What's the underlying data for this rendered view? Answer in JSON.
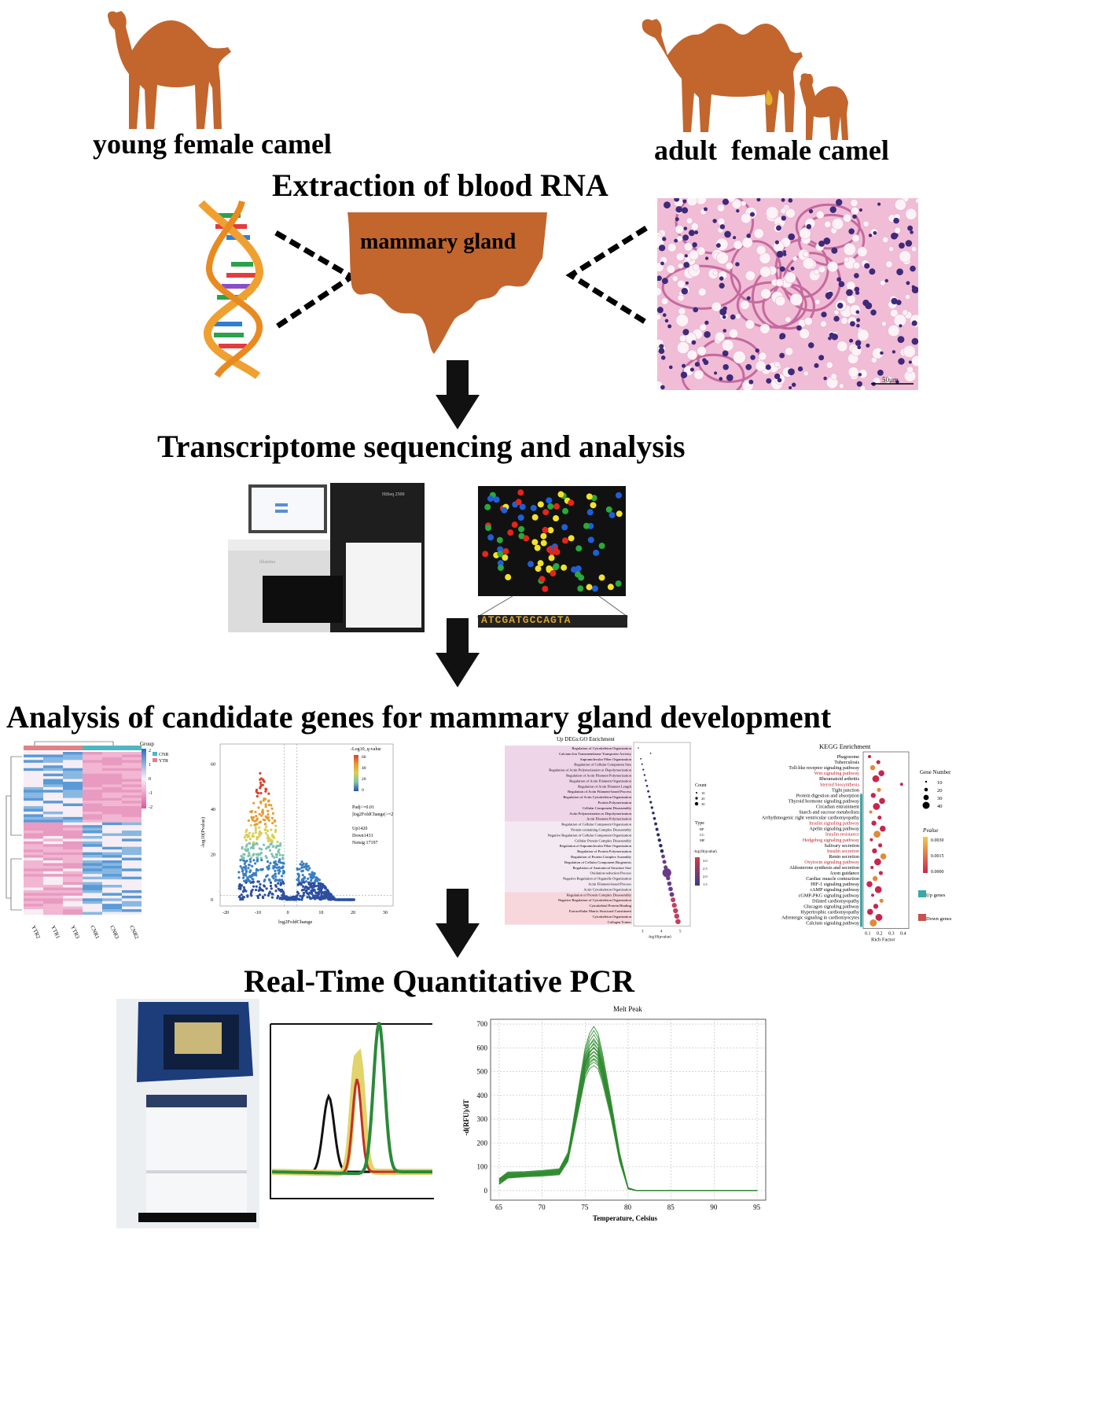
{
  "labels": {
    "young": "young female camel",
    "adult": "adult  female camel",
    "extraction": "Extraction of blood RNA",
    "gland": "mammary gland",
    "transcriptome": "Transcriptome sequencing and analysis",
    "candidate": "Analysis of candidate genes for mammary gland development",
    "qpcr": "Real-Time Quantitative PCR",
    "scale": "50μm"
  },
  "sequencer": {
    "dna_strip": "ATCGATGCCAGTA",
    "machine_label": "HiSeq 2500",
    "brand": "illumina"
  },
  "heatmap": {
    "legend_title": "Group",
    "legend_items": [
      {
        "name": "CNR",
        "color": "#4fb6c1"
      },
      {
        "name": "YTR",
        "color": "#e57f86"
      }
    ],
    "scale_ticks": [
      "2",
      "1",
      "0",
      "-1",
      "-2"
    ],
    "columns": [
      "YTR2",
      "YTR1",
      "YTR3",
      "CNR1",
      "CNR3",
      "CNR2"
    ]
  },
  "volcano": {
    "legend_title": "-Log10_q-value",
    "legend_ticks": [
      "60",
      "40",
      "20",
      "0"
    ],
    "stats": [
      "Padj<=0.01",
      "|log2FoldChange|>=2",
      "",
      "Up1420",
      "Down1431",
      "Notsig 17197"
    ],
    "xlabel": "log2FoldChange",
    "ylabel": "-log10(Pvalue)",
    "xticks": [
      "-20",
      "-10",
      "0",
      "10",
      "20",
      "30"
    ],
    "yticks": [
      "60",
      "40",
      "20",
      "0"
    ]
  },
  "go": {
    "title": "Up DEGs:GO Enrichment",
    "terms": [
      "Regulation of Cytoskeleton Organization",
      "Calcium Ion Transmembrane Transporter Activity",
      "Supramolecular Fiber Organization",
      "Regulation of Cellular Component Size",
      "Regulation of Actin Polymerization or Depolymerization",
      "Regulation of Actin Filament Polymerization",
      "Regulation of Actin Filament Organization",
      "Regulation of Actin Filament Length",
      "Regulation of Actin Filament-based Process",
      "Regulation of Actin Cytoskeleton Organization",
      "Protein Polymerization",
      "Cellular Component Disassembly",
      "Actin Polymerization or Depolymerization",
      "Actin Filament Polymerization",
      "Regulation of Cellular Component Organization",
      "Protein-containing Complex Disassembly",
      "Negative Regulation of Cellular Component Organization",
      "Cellular Protein Complex Disassembly",
      "Regulation of Supramolecular Fiber Organization",
      "Regulation of Protein Polymerization",
      "Regulation of Protein Complex Assembly",
      "Regulation of Cellular Component Biogenesis",
      "Regulation of Anatomical Structure Size",
      "Oxidation-reduction Process",
      "Negative Regulation of Organelle Organization",
      "Actin Filament-based Process",
      "Actin Cytoskeleton Organization",
      "Regulation of Protein Complex Disassembly",
      "Negative Regulation of Cytoskeleton Organization",
      "Cytoskeletal Protein Binding",
      "Extracellular Matrix Structural Constituent",
      "Cytoskeleton Organization",
      "Collagen Trimer"
    ],
    "count_title": "Count",
    "count_ticks": [
      "10",
      "20",
      "30"
    ],
    "type_title": "Type",
    "type_ticks": [
      "BP",
      "CC",
      "MF"
    ],
    "color_title": "-log10(qvalue)",
    "color_ticks": [
      "3.0",
      "2.5",
      "2.0",
      "1.5"
    ],
    "xlabel": "-log10(pvalue)",
    "xticks": [
      "3",
      "4",
      "5"
    ]
  },
  "kegg": {
    "title": "KEGG Enrichment",
    "terms": [
      {
        "name": "Phagosome",
        "red": false
      },
      {
        "name": "Tuberculosis",
        "red": false
      },
      {
        "name": "Toll-like receptor signaling pathway",
        "red": false
      },
      {
        "name": "Wnt signaling pathway",
        "red": true
      },
      {
        "name": "Rheumatoid arthritis",
        "red": false
      },
      {
        "name": "Steroid biosynthesis",
        "red": true
      },
      {
        "name": "Tight junction",
        "red": false
      },
      {
        "name": "Protein digestion and absorption",
        "red": false
      },
      {
        "name": "Thyroid hormone signaling pathway",
        "red": false
      },
      {
        "name": "Circadian entrainment",
        "red": false
      },
      {
        "name": "Starch and sucrose metabolism",
        "red": false
      },
      {
        "name": "Arrhythmogenic right ventricular cardiomyopathy",
        "red": false
      },
      {
        "name": "Insulin signaling pathway",
        "red": true
      },
      {
        "name": "Apelin signaling pathway",
        "red": false
      },
      {
        "name": "Insulin resistance",
        "red": true
      },
      {
        "name": "Hedgehog signaling pathway",
        "red": true
      },
      {
        "name": "Salivary secretion",
        "red": false
      },
      {
        "name": "Insulin secretion",
        "red": true
      },
      {
        "name": "Renin secretion",
        "red": false
      },
      {
        "name": "Oxytocin signaling pathway",
        "red": true
      },
      {
        "name": "Aldosterone synthesis and secretion",
        "red": false
      },
      {
        "name": "Axon guidance",
        "red": false
      },
      {
        "name": "Cardiac muscle contraction",
        "red": false
      },
      {
        "name": "HIF-1 signaling pathway",
        "red": false
      },
      {
        "name": "cAMP signaling pathway",
        "red": false
      },
      {
        "name": "cGMP-PKG signaling pathway",
        "red": false
      },
      {
        "name": "Dilated cardiomyopathy",
        "red": false
      },
      {
        "name": "Glucagon signaling pathway",
        "red": false
      },
      {
        "name": "Hypertrophic cardiomyopathy",
        "red": false
      },
      {
        "name": "Adrenergic signaling in cardiomyocytes",
        "red": false
      },
      {
        "name": "Calcium signaling pathway",
        "red": false
      }
    ],
    "gene_number_title": "Gene Number",
    "gene_number_ticks": [
      "10",
      "20",
      "30",
      "40"
    ],
    "pvalue_title": "Pvalue",
    "pvalue_ticks": [
      "0.0030",
      "0.0015",
      "0.0000"
    ],
    "up_label": "Up genes",
    "down_label": "Down genes",
    "xlabel": "Rich Factor",
    "xticks": [
      "0.1",
      "0.2",
      "0.3",
      "0.4"
    ]
  },
  "melt": {
    "title": "Melt Peak",
    "xlabel": "Temperature, Celsius",
    "ylabel": "-d(RFU)/dT",
    "xticks": [
      "65",
      "70",
      "75",
      "80",
      "85",
      "90",
      "95"
    ],
    "yticks": [
      "700",
      "600",
      "500",
      "400",
      "300",
      "200",
      "100",
      "0"
    ],
    "color": "#2e8b2e"
  },
  "chart_data": [
    {
      "type": "line",
      "title": "Melt Peak",
      "xlabel": "Temperature, Celsius",
      "ylabel": "-d(RFU)/dT",
      "xlim": [
        64,
        96
      ],
      "ylim": [
        -40,
        720
      ],
      "grid": true,
      "series": [
        {
          "x": [
            65,
            66,
            68,
            70,
            72,
            73,
            74,
            75,
            75.5,
            76,
            76.5,
            77,
            78,
            79,
            80,
            81,
            85,
            90,
            95
          ],
          "values": [
            40,
            70,
            72,
            78,
            85,
            150,
            380,
            600,
            660,
            690,
            660,
            580,
            380,
            160,
            10,
            0,
            0,
            0,
            0
          ]
        },
        {
          "x": [
            65,
            66,
            68,
            70,
            72,
            73,
            74,
            75,
            75.5,
            76,
            76.5,
            77,
            78,
            79,
            80,
            81,
            85,
            90,
            95
          ],
          "values": [
            50,
            78,
            80,
            85,
            92,
            160,
            360,
            560,
            610,
            630,
            610,
            540,
            360,
            150,
            12,
            0,
            0,
            0,
            0
          ]
        },
        {
          "x": [
            65,
            66,
            68,
            70,
            72,
            73,
            74,
            75,
            75.5,
            76,
            76.5,
            77,
            78,
            79,
            80,
            81,
            85,
            90,
            95
          ],
          "values": [
            30,
            60,
            66,
            70,
            76,
            140,
            340,
            540,
            585,
            600,
            585,
            520,
            350,
            140,
            8,
            0,
            0,
            0,
            0
          ]
        }
      ]
    }
  ]
}
